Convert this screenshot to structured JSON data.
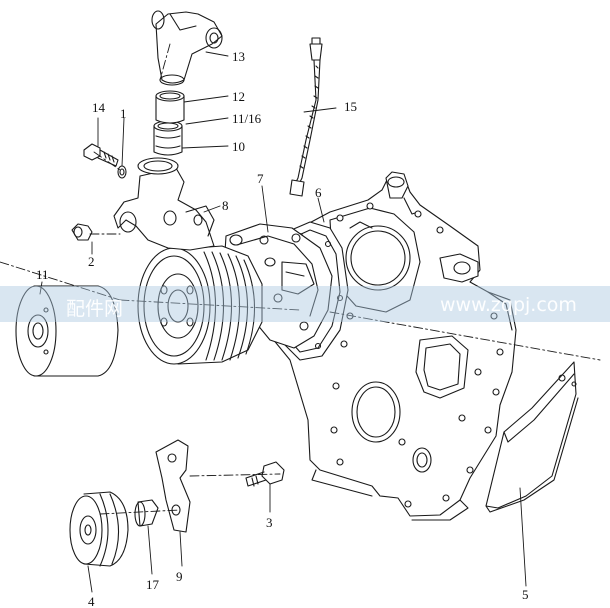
{
  "labels": {
    "p1": "1",
    "p2": "2",
    "p3": "3",
    "p4": "4",
    "p5": "5",
    "p6": "6",
    "p7": "7",
    "p8": "8",
    "p9": "9",
    "p10": "10",
    "p11": "11",
    "p11_16": "11/16",
    "p12": "12",
    "p13": "13",
    "p14": "14",
    "p15": "15",
    "p17": "17"
  },
  "watermark": {
    "left": "配件网",
    "right": "www.zqpj.com"
  },
  "colors": {
    "line": "#1a1a1a",
    "watermark_band": "#aac8e1"
  }
}
